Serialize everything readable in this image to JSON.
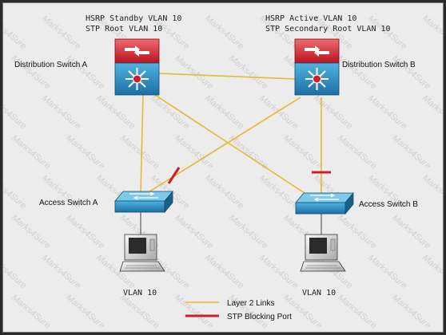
{
  "labels": {
    "switch_a_hsrp": "HSRP Standby VLAN 10",
    "switch_a_stp": "STP Root VLAN 10",
    "switch_b_hsrp": "HSRP Active VLAN 10",
    "switch_b_stp": "STP Secondary Root VLAN 10",
    "dist_a": "Distribution Switch A",
    "dist_b": "Distribution Switch B",
    "access_a": "Access Switch A",
    "access_b": "Access Switch B",
    "vlan_a": "VLAN 10",
    "vlan_b": "VLAN 10"
  },
  "legend": {
    "layer2": "Layer 2 Links",
    "blocking": "STP Blocking Port"
  },
  "watermark": "Marks4Sure",
  "colors": {
    "link": "#e8b830",
    "blocking": "#d11a2a",
    "router_red": "#d7303a",
    "switch_blue": "#2a8fc2"
  }
}
